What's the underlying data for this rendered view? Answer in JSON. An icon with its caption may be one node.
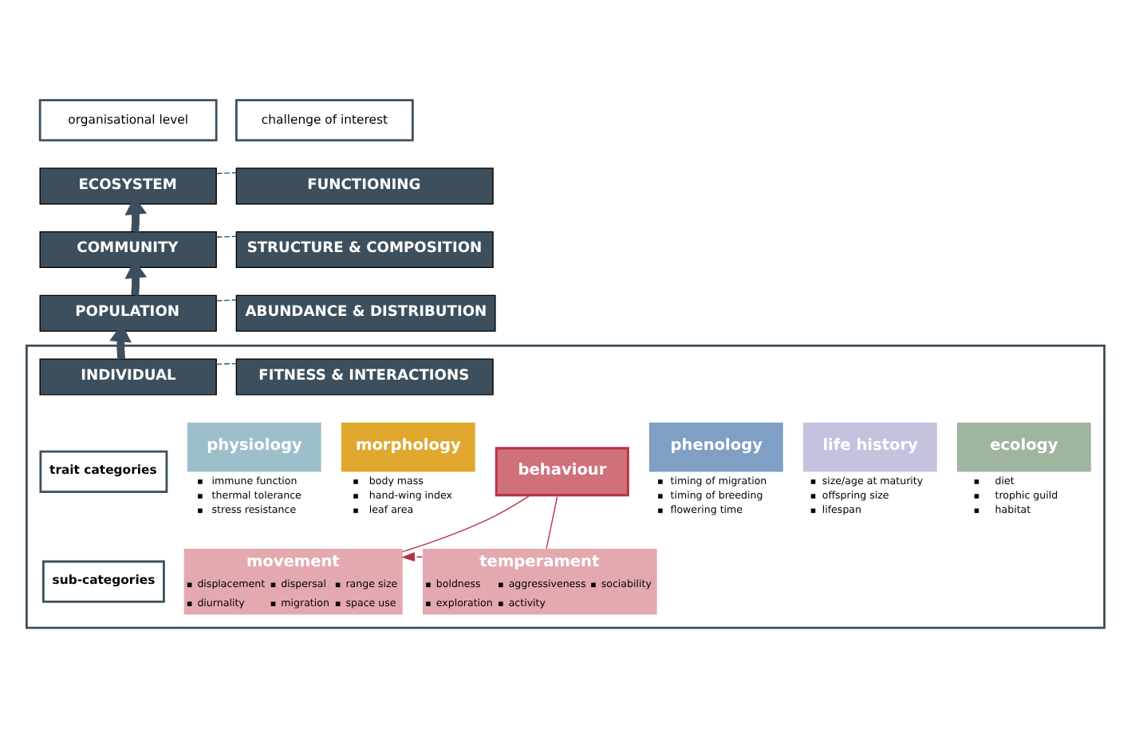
{
  "diagram": {
    "nodes": [
      {
        "text": [
          "organisational level"
        ]
      },
      {
        "text": [
          "challenge of interest"
        ]
      },
      {
        "text": [
          "ECOSYSTEM"
        ]
      },
      {
        "text": [
          "FUNCTIONING"
        ]
      },
      {
        "text": [
          "COMMUNITY"
        ]
      },
      {
        "text": [
          "STRUCTURE & COMPOSITION"
        ]
      },
      {
        "text": [
          "POPULATION"
        ]
      },
      {
        "text": [
          "ABUNDANCE & DISTRIBUTION"
        ]
      },
      {
        "text": [],
        "shape": "box"
      },
      {
        "text": [
          "INDIVIDUAL"
        ],
        "in": 8
      },
      {
        "text": [
          "FITNESS & INTERACTIONS"
        ],
        "in": 8
      },
      {
        "text": [
          "trait categories"
        ],
        "in": 8
      },
      {
        "text": [
          "physiology"
        ],
        "beside": [
          "immune function",
          "thermal tolerance",
          "stress resistance"
        ],
        "in": 8
      },
      {
        "text": [
          "morphology"
        ],
        "beside": [
          "body mass",
          "hand-wing index",
          "leaf area"
        ],
        "in": 8
      },
      {
        "text": [
          "behaviour"
        ],
        "in": 8
      },
      {
        "text": [
          "phenology"
        ],
        "beside": [
          "timing of migration",
          "timing of breeding",
          "flowering time"
        ],
        "in": 8
      },
      {
        "text": [
          "life history"
        ],
        "beside": [
          "size/age at maturity",
          "offspring size",
          "lifespan"
        ],
        "in": 8
      },
      {
        "text": [
          "ecology"
        ],
        "beside": [
          "diet",
          "trophic guild",
          "habitat"
        ],
        "in": 8
      },
      {
        "text": [
          "sub-categories"
        ],
        "in": 8
      },
      {
        "text": [
          "movement",
          "displacement",
          "diurnality",
          "dispersal",
          "migration",
          "range size",
          "space use"
        ],
        "in": 8
      },
      {
        "text": [
          "temperament",
          "boldness",
          "exploration",
          "aggressiveness",
          "activity",
          "sociability"
        ],
        "in": 8
      }
    ],
    "edges": [
      {
        "from": 2,
        "to": 3,
        "arrow": "none",
        "style": "dashed"
      },
      {
        "from": 4,
        "to": 2,
        "arrow": "to",
        "style": "thick"
      },
      {
        "from": 4,
        "to": 5,
        "arrow": "none",
        "style": "dashed"
      },
      {
        "from": 6,
        "to": 4,
        "arrow": "to",
        "style": "thick"
      },
      {
        "from": 6,
        "to": 7,
        "arrow": "none",
        "style": "dashed"
      },
      {
        "from": 9,
        "to": 6,
        "arrow": "to",
        "style": "thick"
      },
      {
        "from": 9,
        "to": 10,
        "arrow": "none",
        "style": "dashed"
      },
      {
        "from": 14,
        "to": 19,
        "arrow": "none",
        "color": "#b5334a"
      },
      {
        "from": 14,
        "to": 20,
        "arrow": "none",
        "color": "#b5334a"
      },
      {
        "from": 20,
        "to": 19,
        "arrow": "to",
        "style": "dashed",
        "color": "#b5334a"
      }
    ]
  }
}
